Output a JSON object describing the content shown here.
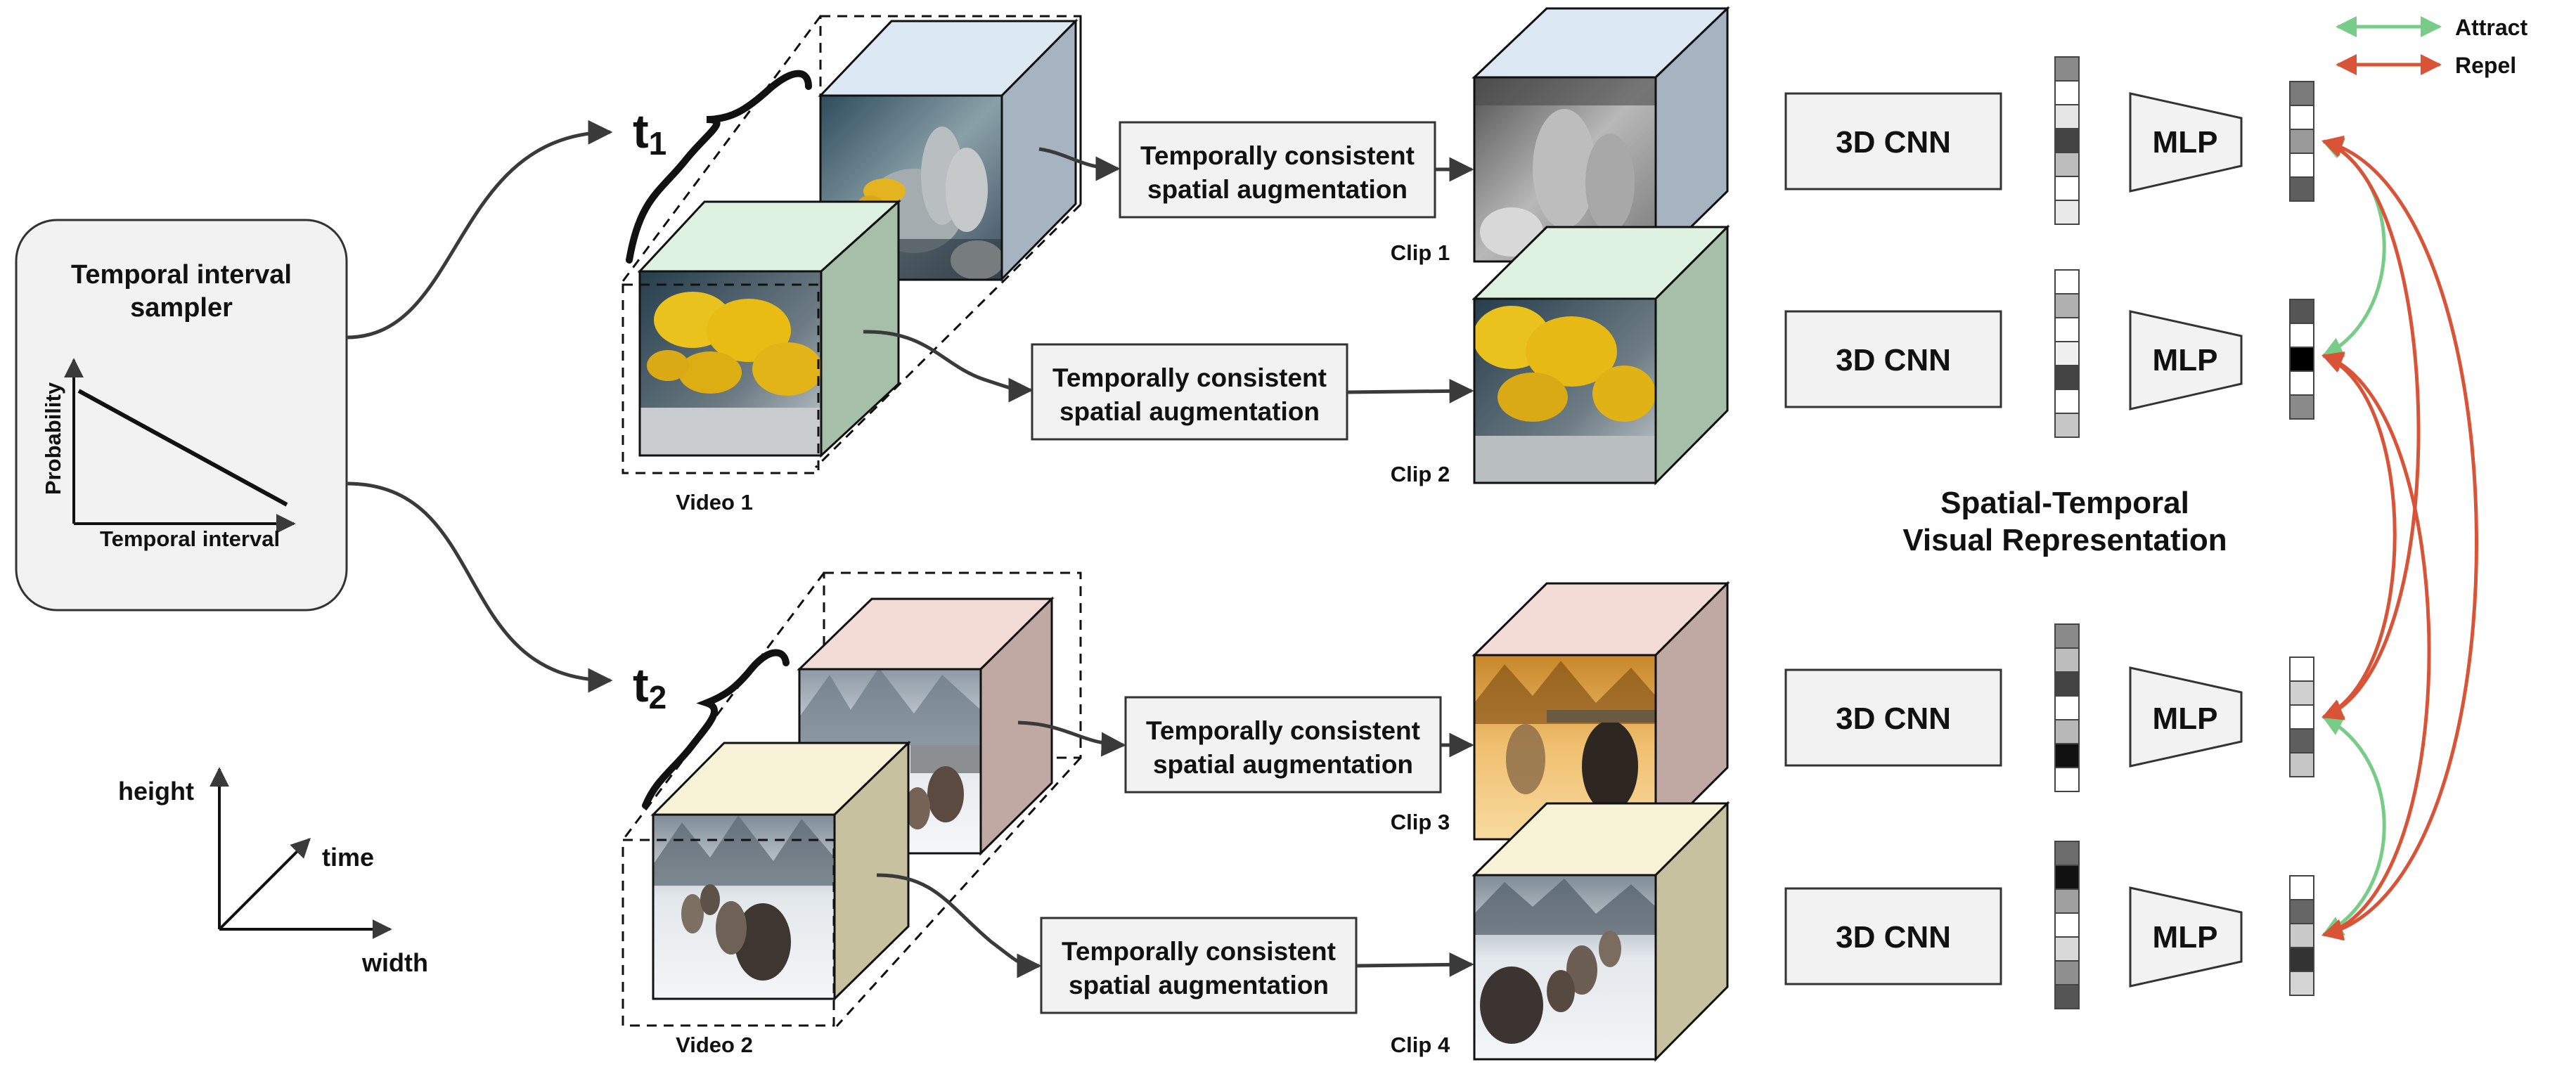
{
  "sampler": {
    "title_line1": "Temporal interval",
    "title_line2": "sampler",
    "y_axis_label": "Probability",
    "x_axis_label": "Temporal interval"
  },
  "axes_legend": {
    "height": "height",
    "time": "time",
    "width": "width"
  },
  "intervals": {
    "t1_letter": "t",
    "t1_sub": "1",
    "t2_letter": "t",
    "t2_sub": "2"
  },
  "videos": [
    {
      "label": "Video 1"
    },
    {
      "label": "Video 2"
    }
  ],
  "augmentation": {
    "line1": "Temporally consistent",
    "line2": "spatial augmentation"
  },
  "clips": [
    {
      "label": "Clip 1",
      "top_face": "#dce9f5",
      "side_face": "#a6b3c0"
    },
    {
      "label": "Clip 2",
      "top_face": "#def2e2",
      "side_face": "#a6bfa8"
    },
    {
      "label": "Clip 3",
      "top_face": "#f3dcd6",
      "side_face": "#c0a8a3"
    },
    {
      "label": "Clip 4",
      "top_face": "#f8f2d6",
      "side_face": "#c7c19f"
    }
  ],
  "network": {
    "encoder_label": "3D CNN",
    "head_label": "MLP"
  },
  "representation": {
    "line1": "Spatial-Temporal",
    "line2": "Visual Representation"
  },
  "legend": {
    "attract": "Attract",
    "repel": "Repel",
    "attract_color": "#77cc88",
    "repel_color": "#d95437"
  },
  "feature_vectors": {
    "encoder_outputs": [
      [
        "#8a8a8a",
        "#ffffff",
        "#e6e6e6",
        "#444444",
        "#bdbdbd",
        "#ffffff",
        "#e9e9e9"
      ],
      [
        "#ffffff",
        "#b0b0b0",
        "#ffffff",
        "#f0f0f0",
        "#444444",
        "#ffffff",
        "#c6c6c6"
      ],
      [
        "#8a8a8a",
        "#bdbdbd",
        "#444444",
        "#ffffff",
        "#b8b8b8",
        "#111111",
        "#ffffff"
      ],
      [
        "#6d6d6d",
        "#111111",
        "#a0a0a0",
        "#ffffff",
        "#d9d9d9",
        "#8f8f8f",
        "#555555"
      ]
    ],
    "mlp_outputs": [
      [
        "#7a7a7a",
        "#ffffff",
        "#9a9a9a",
        "#ffffff",
        "#5e5e5e"
      ],
      [
        "#555555",
        "#ffffff",
        "#000000",
        "#ffffff",
        "#8a8a8a"
      ],
      [
        "#ffffff",
        "#d0d0d0",
        "#ffffff",
        "#5e5e5e",
        "#c6c6c6"
      ],
      [
        "#ffffff",
        "#666666",
        "#c9c9c9",
        "#333333",
        "#d5d5d5"
      ]
    ]
  }
}
